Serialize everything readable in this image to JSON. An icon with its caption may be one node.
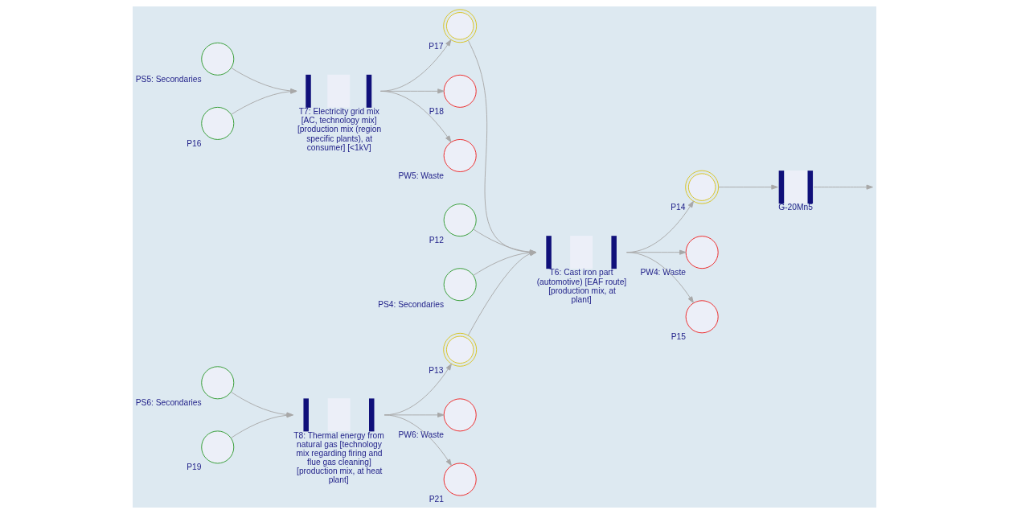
{
  "diagram": {
    "nodes": [
      {
        "text": [
          "PS5: Secondaries"
        ]
      },
      {
        "text": [
          "P16"
        ]
      },
      {
        "text": [
          "T7: Electricity grid mix [AC, technology mix] [production mix (region specific plants), at consumer] [<1kV]"
        ]
      },
      {
        "text": [
          "P17"
        ]
      },
      {
        "text": [
          "P12"
        ]
      },
      {
        "text": [
          "PS4: Secondaries"
        ]
      },
      {
        "text": [
          "P18"
        ]
      },
      {
        "text": [
          "PW5: Waste"
        ]
      },
      {
        "text": [
          "T6: Cast iron part (automotive) [EAF route] [production mix, at plant]"
        ]
      },
      {
        "text": [
          "P14"
        ]
      },
      {
        "text": [
          "G-20Mn5"
        ]
      },
      {
        "text": [
          "PS6: Secondaries"
        ]
      },
      {
        "text": [
          "P19"
        ]
      },
      {
        "text": [
          "T8: Thermal energy from natural gas [technology mix regarding firing and flue gas cleaning] [production mix, at heat plant]"
        ]
      },
      {
        "text": [
          "PW4: Waste"
        ]
      },
      {
        "text": [
          "P15"
        ]
      },
      {
        "text": [
          "P13"
        ]
      },
      {
        "text": [
          "PW6: Waste"
        ]
      },
      {
        "text": [
          "P21"
        ]
      }
    ],
    "edges": [
      {
        "from": 0,
        "to": 2,
        "arrow": "to"
      },
      {
        "from": 1,
        "to": 2,
        "arrow": "to"
      },
      {
        "from": 2,
        "to": 3,
        "arrow": "to"
      },
      {
        "from": 2,
        "to": 6,
        "arrow": "to"
      },
      {
        "from": 2,
        "to": 7,
        "arrow": "to"
      },
      {
        "from": 3,
        "to": 8,
        "arrow": "to"
      },
      {
        "from": 4,
        "to": 8,
        "arrow": "to"
      },
      {
        "from": 5,
        "to": 8,
        "arrow": "to"
      },
      {
        "from": 16,
        "to": 8,
        "arrow": "to"
      },
      {
        "from": 8,
        "to": 9,
        "arrow": "to"
      },
      {
        "from": 8,
        "to": 14,
        "arrow": "to"
      },
      {
        "from": 8,
        "to": 15,
        "arrow": "to"
      },
      {
        "from": 9,
        "to": 10,
        "arrow": "to"
      },
      {
        "from": 10,
        "to": null,
        "arrow": "to"
      },
      {
        "from": 11,
        "to": 13,
        "arrow": "to"
      },
      {
        "from": 12,
        "to": 13,
        "arrow": "to"
      },
      {
        "from": 13,
        "to": 16,
        "arrow": "to"
      },
      {
        "from": 13,
        "to": 17,
        "arrow": "to"
      },
      {
        "from": 13,
        "to": 18,
        "arrow": "to"
      }
    ]
  }
}
